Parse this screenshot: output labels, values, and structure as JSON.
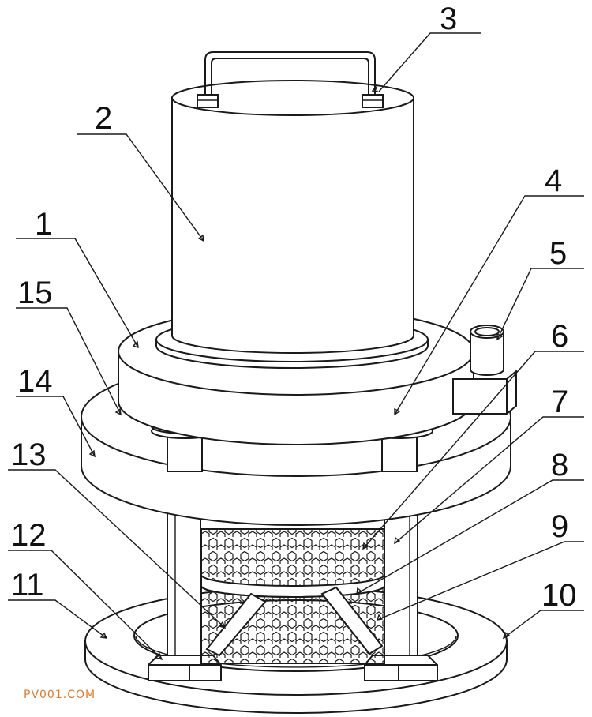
{
  "labels": [
    {
      "id": "1",
      "text": "1"
    },
    {
      "id": "2",
      "text": "2"
    },
    {
      "id": "3",
      "text": "3"
    },
    {
      "id": "4",
      "text": "4"
    },
    {
      "id": "5",
      "text": "5"
    },
    {
      "id": "6",
      "text": "6"
    },
    {
      "id": "7",
      "text": "7"
    },
    {
      "id": "8",
      "text": "8"
    },
    {
      "id": "9",
      "text": "9"
    },
    {
      "id": "10",
      "text": "10"
    },
    {
      "id": "11",
      "text": "11"
    },
    {
      "id": "12",
      "text": "12"
    },
    {
      "id": "13",
      "text": "13"
    },
    {
      "id": "14",
      "text": "14"
    },
    {
      "id": "15",
      "text": "15"
    }
  ],
  "watermark": "PV001.COM"
}
